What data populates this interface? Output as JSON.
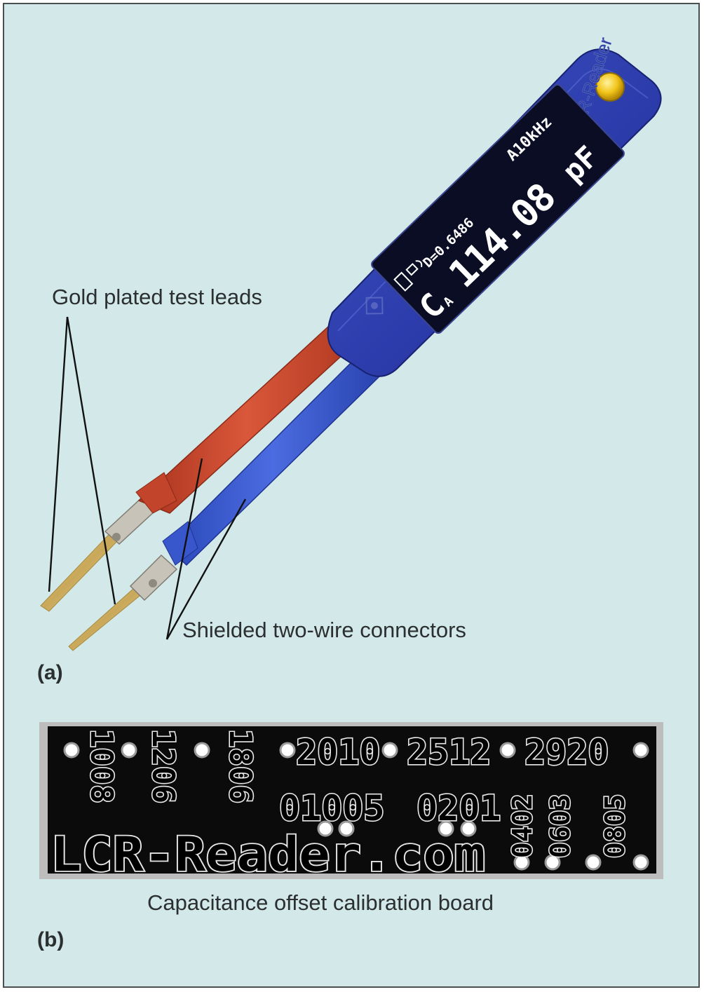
{
  "captions": {
    "leads": "Gold plated test leads",
    "connectors": "Shielded two-wire connectors",
    "panel_a": "(a)",
    "board": "Capacitance offset calibration board",
    "panel_b": "(b)"
  },
  "device": {
    "brand": "LCR-Reader",
    "display": {
      "frequency": "A10kHz",
      "dissipation": "D=0.6486",
      "mode_symbol": "C",
      "mode_sub": "A",
      "reading": "114.08",
      "unit": "pF"
    }
  },
  "board": {
    "top_sizes": [
      "2010",
      "2512",
      "2920"
    ],
    "vertical_sizes": [
      "1008",
      "1206",
      "1806"
    ],
    "mid_sizes": [
      "01005",
      "0201"
    ],
    "right_sizes": [
      "0402",
      "0603",
      "0805"
    ],
    "url": "LCR-Reader.com"
  },
  "colors": {
    "background": "#d2e8e9",
    "body_blue": "#2f3fb2",
    "led_yellow": "#f3c51a",
    "red_lead": "#c9452c",
    "blue_lead": "#3454c7",
    "gold_tip": "#c9a85a",
    "board_black": "#0b0b0b"
  }
}
